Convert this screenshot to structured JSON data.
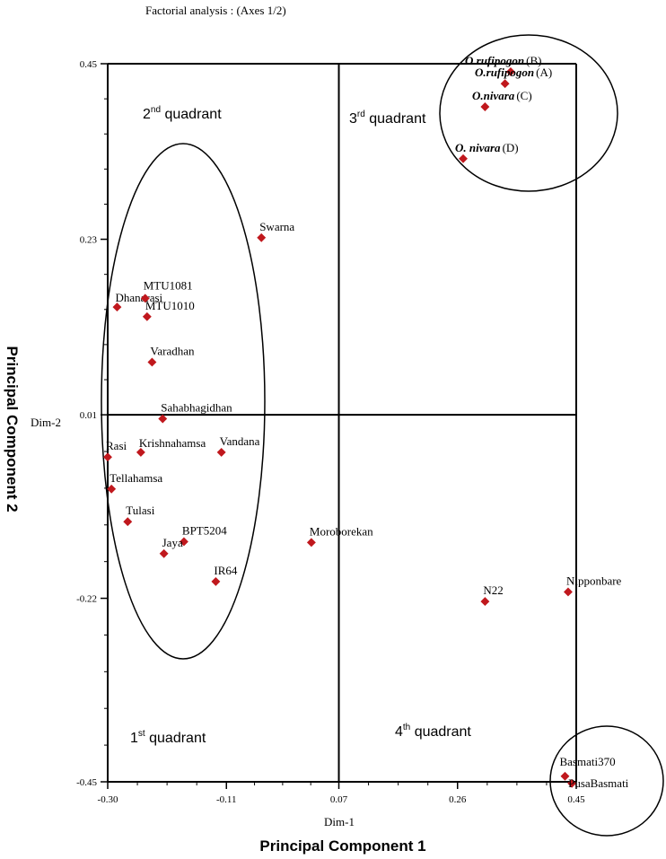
{
  "chart_data": {
    "type": "scatter",
    "title": "Factorial analysis  : (Axes 1/2)",
    "xlabel": "Principal Component 1",
    "ylabel": "Principal Component 2",
    "x_axis_name": "Dim-1",
    "y_axis_name": "Dim-2",
    "xlim": [
      -0.3,
      0.45
    ],
    "ylim": [
      -0.45,
      0.45
    ],
    "x_ticks": [
      {
        "value": -0.3,
        "label": "-0.30"
      },
      {
        "value": -0.11,
        "label": "-0.11"
      },
      {
        "value": 0.07,
        "label": "0.07"
      },
      {
        "value": 0.26,
        "label": "0.26"
      },
      {
        "value": 0.45,
        "label": "0.45"
      }
    ],
    "y_ticks": [
      {
        "value": 0.45,
        "label": "0.45"
      },
      {
        "value": 0.23,
        "label": "0.23"
      },
      {
        "value": 0.01,
        "label": "0.01"
      },
      {
        "value": -0.22,
        "label": "-0.22"
      },
      {
        "value": -0.45,
        "label": "-0.45"
      }
    ],
    "marker_color": "#c0181d",
    "points": [
      {
        "label": "O.rufipogon",
        "suffix": "(B)",
        "x": 0.345,
        "y": 0.44,
        "italic_bold": true
      },
      {
        "label": "O.rufipogon",
        "suffix": "(A)",
        "x": 0.336,
        "y": 0.425,
        "italic_bold": true
      },
      {
        "label": "O.nivara",
        "suffix": "(C)",
        "x": 0.304,
        "y": 0.396,
        "italic_bold": true
      },
      {
        "label": "O. nivara",
        "suffix": "(D)",
        "x": 0.269,
        "y": 0.331,
        "italic_bold": true
      },
      {
        "label": "Swarna",
        "x": -0.054,
        "y": 0.232
      },
      {
        "label": "Dhanarasi",
        "x": -0.285,
        "y": 0.145
      },
      {
        "label": "MTU1081",
        "x": -0.24,
        "y": 0.156
      },
      {
        "label": "MTU1010",
        "x": -0.237,
        "y": 0.133
      },
      {
        "label": "Varadhan",
        "x": -0.229,
        "y": 0.076
      },
      {
        "label": "Sahabhagidhan",
        "x": -0.212,
        "y": 0.005
      },
      {
        "label": "Krishnahamsa",
        "x": -0.247,
        "y": -0.037
      },
      {
        "label": "Vandana",
        "x": -0.118,
        "y": -0.037
      },
      {
        "label": "Rasi",
        "x": -0.3,
        "y": -0.043
      },
      {
        "label": "Tellahamsa",
        "x": -0.294,
        "y": -0.083
      },
      {
        "label": "Tulasi",
        "x": -0.268,
        "y": -0.124
      },
      {
        "label": "BPT5204",
        "x": -0.178,
        "y": -0.149
      },
      {
        "label": "Jaya",
        "x": -0.21,
        "y": -0.164
      },
      {
        "label": "IR64",
        "x": -0.127,
        "y": -0.199
      },
      {
        "label": "Moroborekan",
        "x": 0.026,
        "y": -0.15
      },
      {
        "label": "N22",
        "x": 0.304,
        "y": -0.224
      },
      {
        "label": "Nipponbare",
        "x": 0.437,
        "y": -0.212
      },
      {
        "label": "Basmati370",
        "x": 0.432,
        "y": -0.443
      },
      {
        "label": "PusaBasmati",
        "x": 0.443,
        "y": -0.452
      }
    ],
    "quadrants": [
      {
        "label": "1",
        "sup": "st",
        "rest": " quadrant"
      },
      {
        "label": "2",
        "sup": "nd",
        "rest": " quadrant"
      },
      {
        "label": "3",
        "sup": "rd",
        "rest": " quadrant"
      },
      {
        "label": "4",
        "sup": "th",
        "rest": " quadrant"
      }
    ]
  }
}
